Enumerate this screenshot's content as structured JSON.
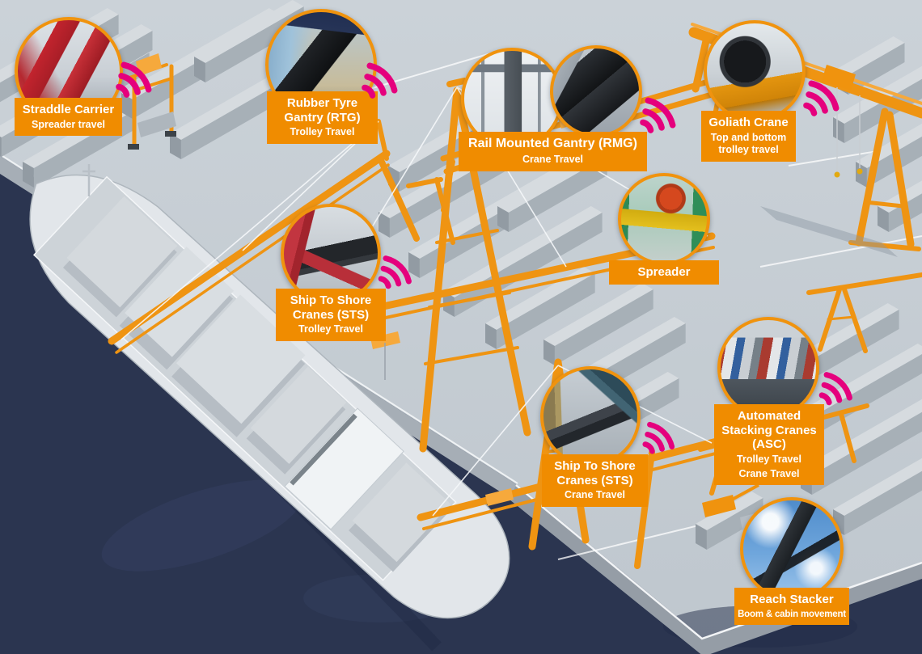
{
  "colors": {
    "accent_orange": "#F08C00",
    "crane_orange": "#F0930E",
    "signal_magenta": "#E5007D",
    "water_navy": "#2B3550",
    "concrete_gray": "#C7CED4"
  },
  "callouts": [
    {
      "id": "straddle-carrier",
      "title": "Straddle Carrier",
      "subtitle": "Spreader travel"
    },
    {
      "id": "rubber-tyre-gantry",
      "title": "Rubber Tyre Gantry (RTG)",
      "subtitle": "Trolley Travel"
    },
    {
      "id": "rail-mounted-gantry",
      "title": "Rail Mounted Gantry (RMG)",
      "subtitle": "Crane Travel"
    },
    {
      "id": "goliath-crane",
      "title": "Goliath Crane",
      "subtitle": "Top and bottom trolley travel"
    },
    {
      "id": "spreader",
      "title": "Spreader"
    },
    {
      "id": "ship-to-shore-trolley",
      "title": "Ship To Shore Cranes (STS)",
      "subtitle": "Trolley Travel"
    },
    {
      "id": "ship-to-shore-crane",
      "title": "Ship To Shore Cranes (STS)",
      "subtitle": "Crane Travel"
    },
    {
      "id": "automated-stacking-cranes",
      "title": "Automated Stacking Cranes (ASC)",
      "subtitle": "Trolley Travel",
      "subtitle2": "Crane Travel"
    },
    {
      "id": "reach-stacker",
      "title": "Reach Stacker",
      "subtitle": "Boom & cabin movement"
    }
  ]
}
